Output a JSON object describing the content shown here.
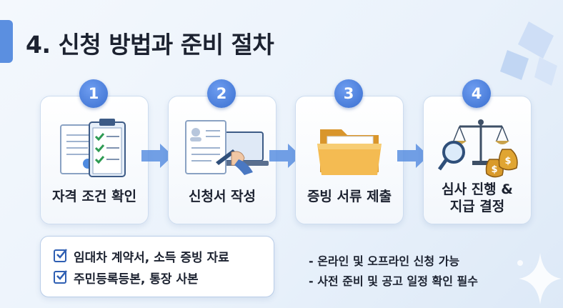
{
  "title": "4. 신청 방법과 준비 절차",
  "steps": [
    {
      "number": "1",
      "label": "자격 조건 확인",
      "icon": "checklist-documents-icon"
    },
    {
      "number": "2",
      "label": "신청서 작성",
      "icon": "application-form-laptop-icon"
    },
    {
      "number": "3",
      "label": "증빙 서류 제출",
      "icon": "folder-icon"
    },
    {
      "number": "4",
      "label_line1": "심사 진행 &",
      "label_line2": "지급 결정",
      "icon": "scale-magnifier-money-icon"
    }
  ],
  "checklist": [
    {
      "text": "임대차 계약서, 소득 증빙 자료",
      "icon": "checkbox-checked-icon"
    },
    {
      "text": "주민등록등본, 통장 사본",
      "icon": "checkbox-checked-icon"
    }
  ],
  "notes": [
    "- 온라인 및 오프라인 신청 가능",
    "- 사전 준비 및 공고 일정 확인 필수"
  ],
  "colors": {
    "accent": "#3a6fd0",
    "text": "#1c2230",
    "card_border": "#cddcef",
    "arrow": "#5b8fe0",
    "folder": "#f2b54a"
  }
}
